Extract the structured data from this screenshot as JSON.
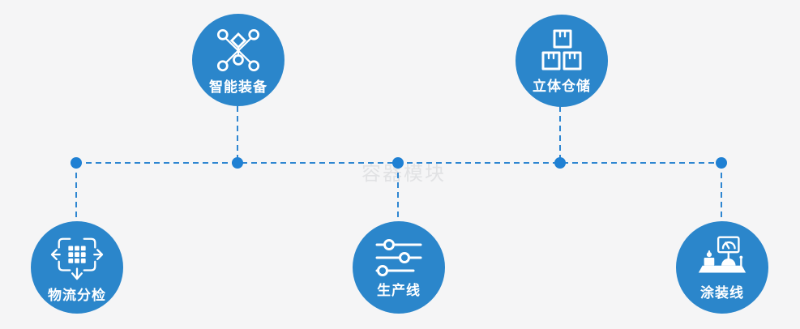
{
  "watermark": "容器模块",
  "colors": {
    "bg": "#f5f5f6",
    "circle": "#2b86cb",
    "line": "#2e86d1",
    "dot": "#1f80d3",
    "label": "#ffffff",
    "wm": "#e1e2e4"
  },
  "nodes": [
    {
      "label": "智能装备",
      "icon": "network-icon",
      "position": "top-left"
    },
    {
      "label": "立体仓储",
      "icon": "stacked-boxes-icon",
      "position": "top-right"
    },
    {
      "label": "物流分检",
      "icon": "sort-move-icon",
      "position": "bottom-left"
    },
    {
      "label": "生产线",
      "icon": "sliders-icon",
      "position": "bottom-center"
    },
    {
      "label": "涂装线",
      "icon": "paint-machine-icon",
      "position": "bottom-right"
    }
  ]
}
